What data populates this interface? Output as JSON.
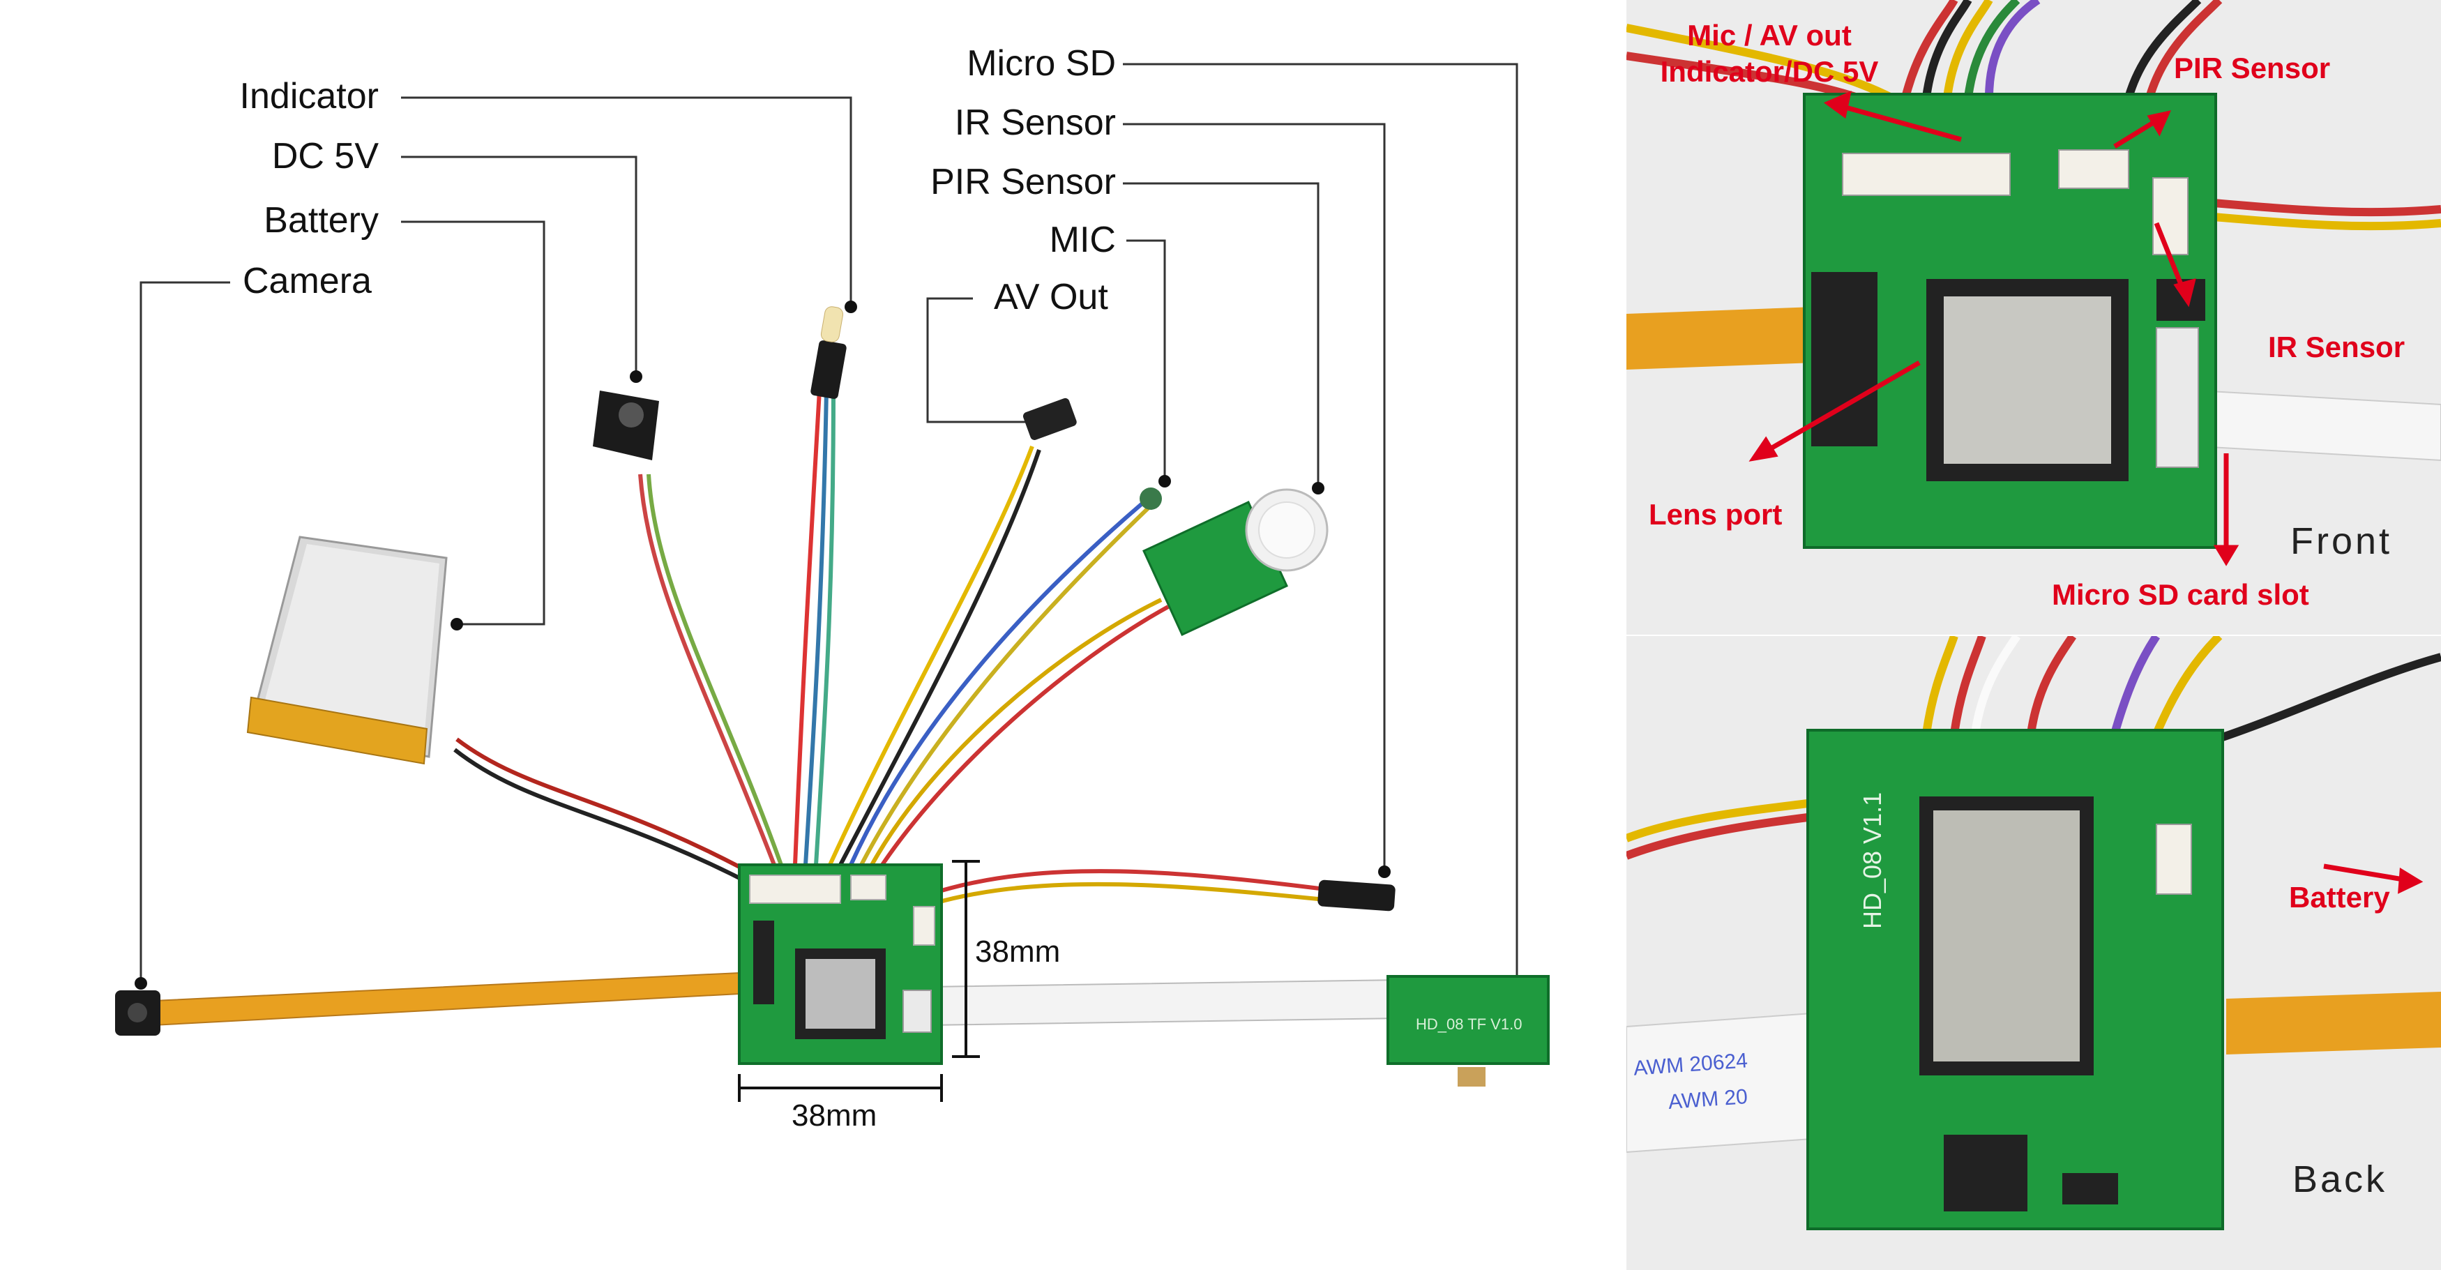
{
  "left_labels": {
    "indicator": "Indicator",
    "dc5v": "DC 5V",
    "battery": "Battery",
    "camera": "Camera",
    "micro_sd": "Micro SD",
    "ir_sensor": "IR Sensor",
    "pir_sensor": "PIR Sensor",
    "mic": "MIC",
    "av_out": "AV Out"
  },
  "dimensions": {
    "height": "38mm",
    "width": "38mm"
  },
  "front_photo": {
    "side": "Front",
    "callouts": {
      "mic_av": "Mic / AV out",
      "indicator_dc": "Indicator/DC 5V",
      "pir": "PIR Sensor",
      "ir": "IR Sensor",
      "lens": "Lens port",
      "sd": "Micro SD card slot"
    }
  },
  "back_photo": {
    "side": "Back",
    "callouts": {
      "battery": "Battery"
    },
    "board_marking": "HD_08 V1.1",
    "cable_text_1": "AWM  20624",
    "cable_text_2": "AWM  20"
  },
  "sd_board_marking": "HD_08 TF V1.0",
  "colors": {
    "pcb_green": "#1f9a3f",
    "callout_red": "#e0001b",
    "flex_cable": "#e8a020"
  }
}
